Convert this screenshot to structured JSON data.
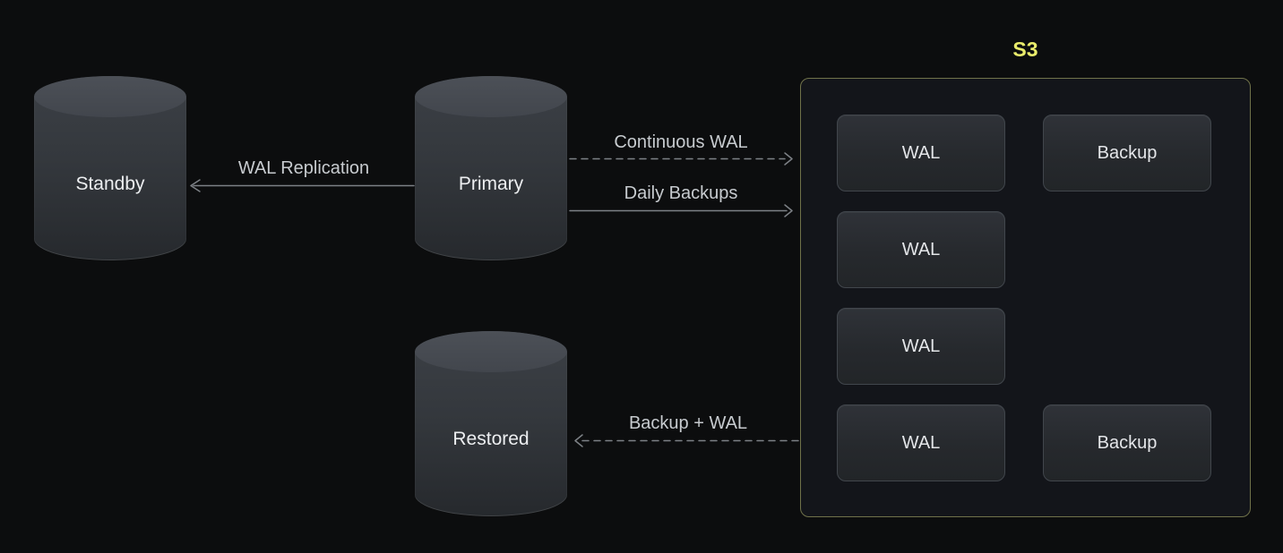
{
  "diagram_title": "",
  "colors": {
    "background": "#0c0d0e",
    "arrow": "#7d8186",
    "label_text": "#c7cbcf",
    "node_text": "#eceef0",
    "box_border": "#41464c",
    "s3_border": "#70724a",
    "s3_label": "#e9eb6b"
  },
  "nodes": {
    "standby": {
      "label": "Standby",
      "shape": "database-cylinder"
    },
    "primary": {
      "label": "Primary",
      "shape": "database-cylinder"
    },
    "restored": {
      "label": "Restored",
      "shape": "database-cylinder"
    }
  },
  "arrows": {
    "wal_replication": {
      "label": "WAL Replication",
      "style": "solid",
      "from": "Primary",
      "to": "Standby"
    },
    "continuous_wal": {
      "label": "Continuous WAL",
      "style": "dashed",
      "from": "Primary",
      "to": "S3"
    },
    "daily_backups": {
      "label": "Daily Backups",
      "style": "solid",
      "from": "Primary",
      "to": "S3"
    },
    "backup_plus_wal": {
      "label": "Backup + WAL",
      "style": "dashed",
      "from": "S3",
      "to": "Restored"
    }
  },
  "s3": {
    "label": "S3",
    "wal": [
      "WAL",
      "WAL",
      "WAL",
      "WAL"
    ],
    "backup": [
      "Backup",
      "Backup"
    ]
  }
}
